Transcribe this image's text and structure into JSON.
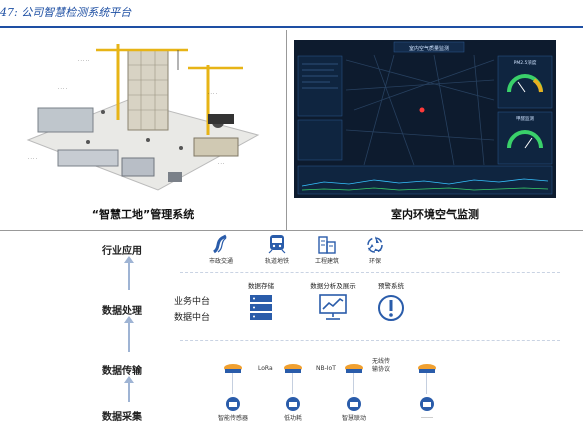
{
  "figure": {
    "title": "47: 公司智慧检测系统平台"
  },
  "panels": {
    "left_caption": "“智慧工地”管理系统",
    "right_caption": "室内环境空气监测"
  },
  "dashboard": {
    "title": "室内空气质量监测",
    "gauge_top_label": "PM2.5浓度",
    "gauge_bottom_label": "甲醛监测"
  },
  "architecture": {
    "layers": {
      "application": "行业应用",
      "processing": "数据处理",
      "transmission": "数据传输",
      "collection": "数据采集"
    },
    "apps": [
      {
        "label": "市政交通",
        "icon": "route-icon"
      },
      {
        "label": "轨道地铁",
        "icon": "train-icon"
      },
      {
        "label": "工程建筑",
        "icon": "building-icon"
      },
      {
        "label": "环保",
        "icon": "recycle-icon"
      }
    ],
    "middle": {
      "business": "业务中台",
      "data": "数据中台"
    },
    "processing_modules": [
      {
        "label": "数据存储",
        "icon": "storage-icon"
      },
      {
        "label": "数据分析及展示",
        "icon": "analytics-icon"
      },
      {
        "label": "预警系统",
        "icon": "alert-icon"
      }
    ],
    "protocols": [
      "LoRa",
      "NB-IoT",
      "无线传\n输协议"
    ],
    "sensors": [
      {
        "label": "智能传感器"
      },
      {
        "label": "低功耗"
      },
      {
        "label": "智慧联动"
      },
      {
        "label": "……"
      }
    ],
    "colors": {
      "accent": "#2a5caa",
      "arrow": "#9fb4d4",
      "device_orange": "#f0a030"
    }
  }
}
